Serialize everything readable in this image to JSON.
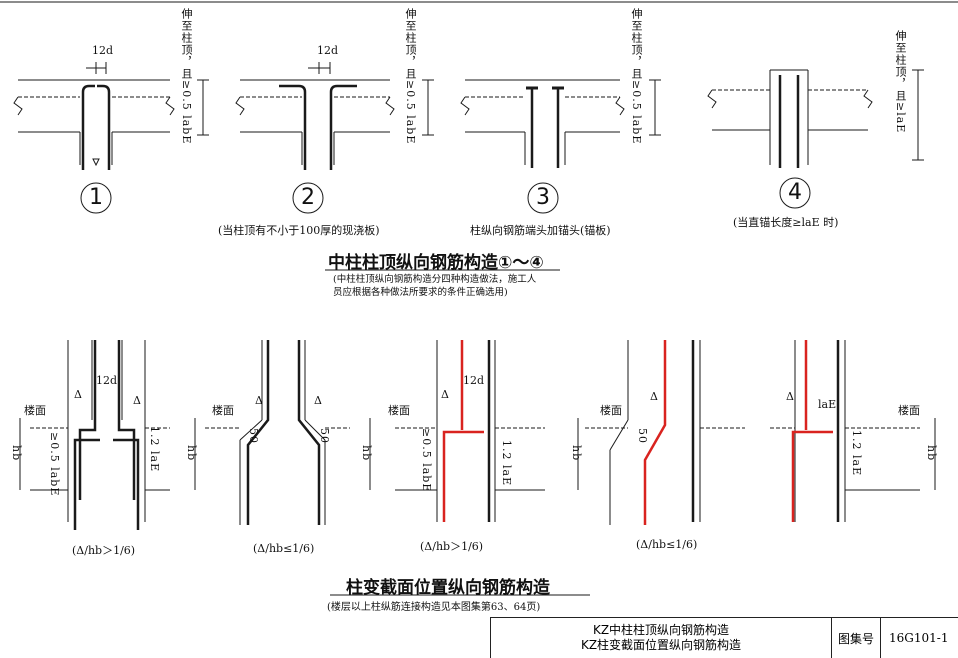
{
  "top": {
    "details": [
      {
        "number": "1",
        "dim": "12d",
        "side_label": "伸至柱顶，且≥0.5 labE",
        "caption": ""
      },
      {
        "number": "2",
        "dim": "12d",
        "side_label": "伸至柱顶，且≥0.5 labE",
        "caption": "(当柱顶有不小于100厚的现浇板)"
      },
      {
        "number": "3",
        "dim": "",
        "side_label": "伸至柱顶，且≥0.5 labE",
        "caption": "柱纵向钢筋端头加锚头(锚板)"
      },
      {
        "number": "4",
        "dim": "",
        "side_label": "伸至柱顶，且≥laE",
        "caption": "(当直锚长度≥laE 时)"
      }
    ],
    "title": "中柱柱顶纵向钢筋构造①～④",
    "note": "(中柱柱顶纵向钢筋构造分四种构造做法，施工人员应根据各种做法所要求的条件正确选用)"
  },
  "bottom": {
    "floor_label": "楼面",
    "hb_label": "hb",
    "delta_label": "Δ",
    "dim_12d": "12d",
    "dim_50": "50",
    "dim_05labE": "≥0.5 labE",
    "dim_12laE": "1.2 laE",
    "dim_laE": "laE",
    "captions": [
      "(Δ/hb＞1/6)",
      "(Δ/hb≤1/6)",
      "(Δ/hb＞1/6)",
      "(Δ/hb≤1/6)"
    ],
    "title": "柱变截面位置纵向钢筋构造",
    "note": "(楼层以上柱纵筋连接构造见本图集第63、64页)"
  },
  "title_block": {
    "line1": "KZ中柱柱顶纵向钢筋构造",
    "line2": "KZ柱变截面位置纵向钢筋构造",
    "atlas_label": "图集号",
    "atlas_no": "16G101-1"
  },
  "colors": {
    "line": "#1a1a1a",
    "rebar": "#111111",
    "red": "#d9231f"
  }
}
